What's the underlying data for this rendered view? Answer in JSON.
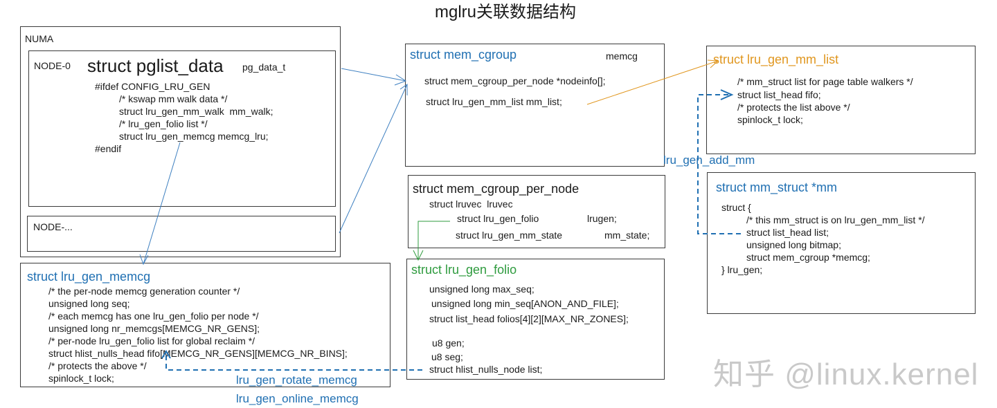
{
  "title": "mglru关联数据结构",
  "numa": {
    "label": "NUMA",
    "node0": {
      "label": "NODE-0",
      "struct_name": "struct pglist_data",
      "alias": "pg_data_t",
      "lines": [
        "#ifdef CONFIG_LRU_GEN",
        "/* kswap mm walk data */",
        "struct lru_gen_mm_walk  mm_walk;",
        "/* lru_gen_folio list */",
        "struct lru_gen_memcg memcg_lru;",
        "#endif"
      ]
    },
    "node_more": {
      "label": "NODE-..."
    }
  },
  "lru_gen_memcg": {
    "title": "struct lru_gen_memcg",
    "lines": [
      "/* the per-node memcg generation counter */",
      "unsigned long seq;",
      "/* each memcg has one lru_gen_folio per node */",
      "unsigned long nr_memcgs[MEMCG_NR_GENS];",
      "/* per-node lru_gen_folio list for global reclaim */",
      "struct hlist_nulls_head fifo[MEMCG_NR_GENS][MEMCG_NR_BINS];",
      "/* protects the above */",
      "spinlock_t lock;"
    ]
  },
  "mem_cgroup": {
    "title": "struct mem_cgroup",
    "alias": "memcg",
    "lines": [
      "struct mem_cgroup_per_node *nodeinfo[];",
      "struct lru_gen_mm_list mm_list;"
    ]
  },
  "mem_cgroup_per_node": {
    "title": "struct mem_cgroup_per_node",
    "lines": [
      "struct lruvec  lruvec",
      "struct lru_gen_folio",
      "struct lru_gen_mm_state"
    ],
    "fields": [
      "lrugen;",
      "mm_state;"
    ]
  },
  "lru_gen_folio": {
    "title": "struct lru_gen_folio",
    "lines": [
      "unsigned long max_seq;",
      "unsigned long min_seq[ANON_AND_FILE];",
      "struct list_head folios[4][2][MAX_NR_ZONES];",
      "u8 gen;",
      "u8 seg;",
      "struct hlist_nulls_node list;"
    ]
  },
  "lru_gen_mm_list": {
    "title": "struct lru_gen_mm_list",
    "lines": [
      "/* mm_struct list for page table walkers */",
      "struct list_head fifo;",
      "/* protects the list above */",
      "spinlock_t lock;"
    ]
  },
  "mm_struct": {
    "title": "struct mm_struct *mm",
    "lines": [
      "struct {",
      "/* this mm_struct is on lru_gen_mm_list */",
      "struct list_head list;",
      "unsigned long bitmap;",
      "struct mem_cgroup *memcg;",
      "} lru_gen;"
    ]
  },
  "labels": {
    "add_mm": "lru_gen_add_mm",
    "rotate_memcg": "lru_gen_rotate_memcg",
    "online_memcg": "lru_gen_online_memcg"
  },
  "watermark": "知乎 @linux.kernel",
  "colors": {
    "blue": "#1f6fb2",
    "green": "#2e9b3e",
    "orange": "#e0961e",
    "dash": "#1f6fb2"
  }
}
